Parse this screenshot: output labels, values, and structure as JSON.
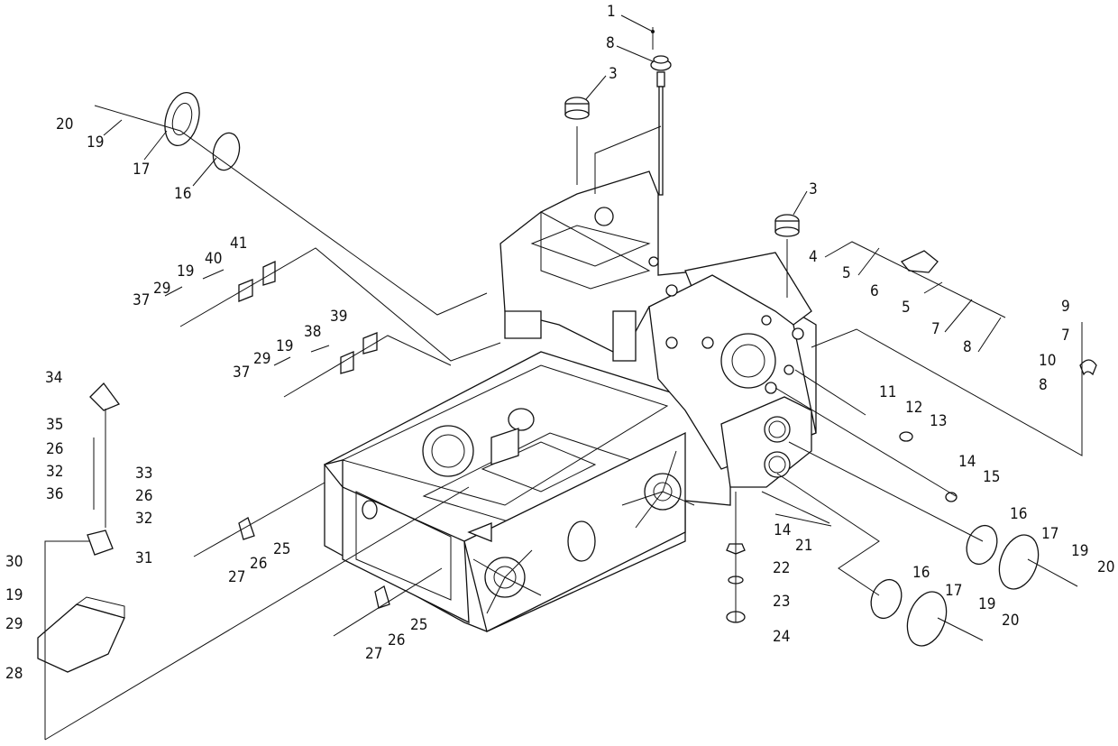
{
  "diagram": {
    "callouts": {
      "p1": "1",
      "p3a": "3",
      "p3b": "3",
      "p4": "4",
      "p5a": "5",
      "p5b": "5",
      "p6": "6",
      "p7a": "7",
      "p7b": "7",
      "p8a": "8",
      "p8b": "8",
      "p8c": "8",
      "p9": "9",
      "p10": "10",
      "p11": "11",
      "p12": "12",
      "p13": "13",
      "p14a": "14",
      "p14b": "14",
      "p15": "15",
      "p16a": "16",
      "p16b": "16",
      "p16c": "16",
      "p17a": "17",
      "p17b": "17",
      "p17c": "17",
      "p19a": "19",
      "p19b": "19",
      "p19c": "19",
      "p19d": "19",
      "p19e": "19",
      "p19f": "19",
      "p20a": "20",
      "p20b": "20",
      "p20c": "20",
      "p21": "21",
      "p22": "22",
      "p23": "23",
      "p24": "24",
      "p25a": "25",
      "p25b": "25",
      "p26a": "26",
      "p26b": "26",
      "p26c": "26",
      "p26d": "26",
      "p27a": "27",
      "p27b": "27",
      "p28": "28",
      "p29a": "29",
      "p29b": "29",
      "p29c": "29",
      "p30": "30",
      "p31": "31",
      "p32a": "32",
      "p32b": "32",
      "p33": "33",
      "p34": "34",
      "p35": "35",
      "p36": "36",
      "p37a": "37",
      "p37b": "37",
      "p38": "38",
      "p39": "39",
      "p40": "40",
      "p41": "41"
    }
  }
}
